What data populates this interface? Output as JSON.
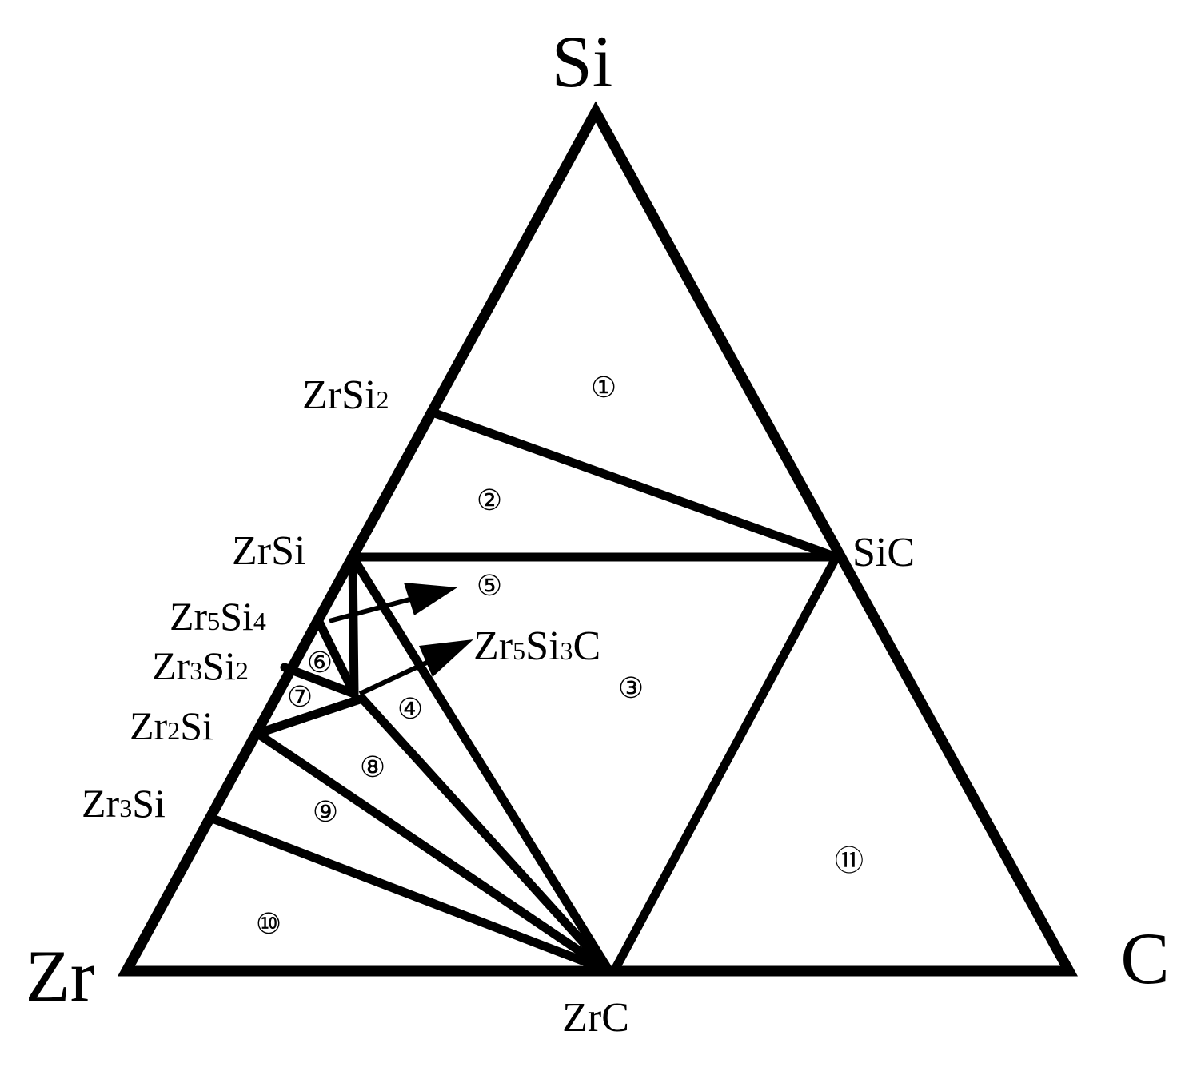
{
  "diagram": {
    "corners": {
      "si": "Si",
      "zr": "Zr",
      "c": "C"
    },
    "phases": {
      "zrsi2": {
        "base": "ZrSi",
        "sub": "2"
      },
      "zrsi": {
        "base": "ZrSi"
      },
      "zr5si4": {
        "p1": "Zr",
        "s1": "5",
        "p2": "Si",
        "s2": "4"
      },
      "zr3si2": {
        "p1": "Zr",
        "s1": "3",
        "p2": "Si",
        "s2": "2"
      },
      "zr2si": {
        "p1": "Zr",
        "s1": "2",
        "p2": "Si"
      },
      "zr3si": {
        "p1": "Zr",
        "s1": "3",
        "p2": "Si"
      },
      "sic": "SiC",
      "zrc": "ZrC",
      "zr5si3c": {
        "p1": "Zr",
        "s1": "5",
        "p2": "Si",
        "s2": "3",
        "p3": "C"
      }
    },
    "regions": [
      "①",
      "②",
      "③",
      "④",
      "⑤",
      "⑥",
      "⑦",
      "⑧",
      "⑨",
      "⑩",
      "⑪"
    ]
  }
}
